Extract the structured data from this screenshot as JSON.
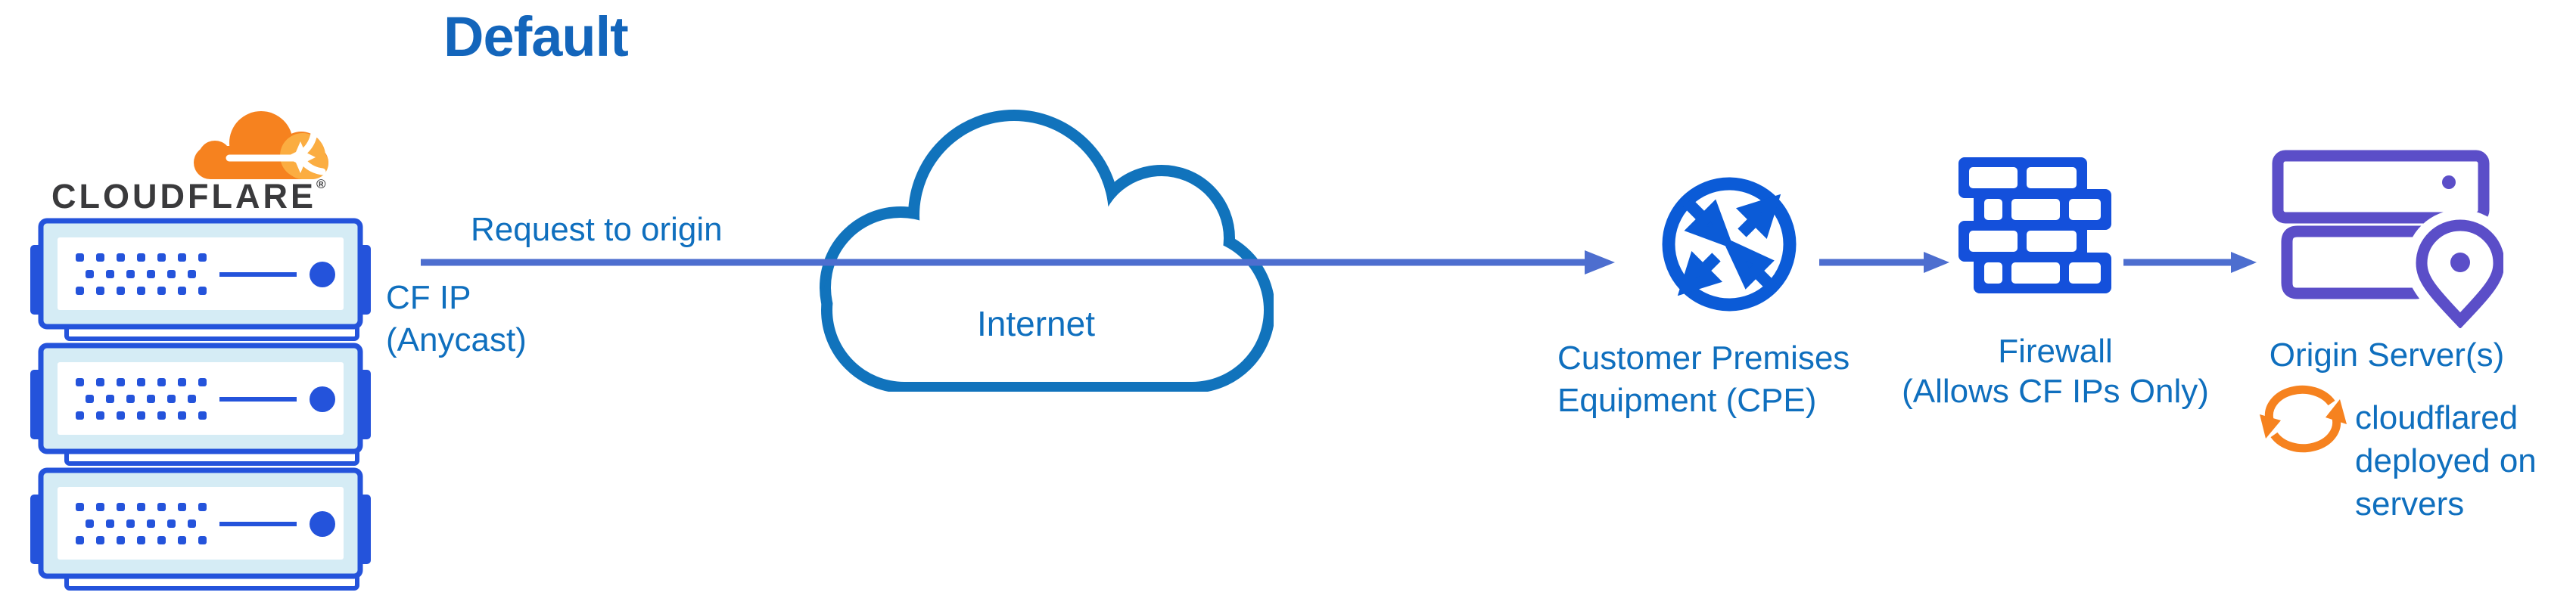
{
  "title": "Default",
  "colors": {
    "background": "#FFFFFF",
    "title_blue": "#1365BB",
    "label_blue": "#0F6FBE",
    "arrow_blue": "#4D6ECF",
    "cloud_blue": "#1173BC",
    "server_blue": "#2453DB",
    "server_light": "#D5ECF5",
    "cpe_blue": "#0B5BD7",
    "firewall_blue": "#1450DB",
    "origin_purple": "#5B4EC8",
    "cf_orange": "#F6821F",
    "cf_orange_light": "#FBAD41",
    "wordmark_dark": "#3A3A3C"
  },
  "cloudflare_logo": {
    "wordmark": "CLOUDFLARE",
    "registered_mark": "®"
  },
  "icons": {
    "cloudflare_logo": "orange-two-tone-cloud",
    "edge_servers": "server-rack-x3",
    "internet": "cloud-outline",
    "cpe": "circle-with-exchange-arrows",
    "firewall": "brick-wall",
    "origin": "server-stack-with-location-pin",
    "cloudflared": "orange-sync-arrows"
  },
  "edge": {
    "request_label": "Request to origin",
    "ip_label_line1": "CF IP",
    "ip_label_line2": "(Anycast)"
  },
  "internet": {
    "label": "Internet"
  },
  "cpe": {
    "label_line1": "Customer Premises",
    "label_line2": "Equipment (CPE)"
  },
  "firewall": {
    "label_line1": "Firewall",
    "label_line2": "(Allows CF IPs Only)"
  },
  "origin": {
    "label": "Origin Server(s)"
  },
  "cloudflared": {
    "line1": "cloudflared",
    "line2": "deployed on",
    "line3": "servers"
  }
}
